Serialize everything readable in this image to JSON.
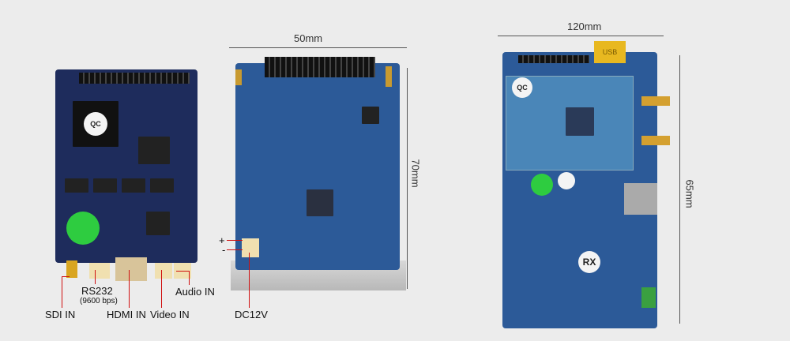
{
  "boards": {
    "left": {
      "qc_label": "QC",
      "labels": {
        "sdi": "SDI IN",
        "rs232": "RS232",
        "rs232_baud": "(9600 bps)",
        "hdmi": "HDMI IN",
        "video": "Video IN",
        "audio": "Audio IN"
      }
    },
    "middle": {
      "width_dim": "50mm",
      "height_dim": "70mm",
      "plus": "+",
      "minus": "-",
      "power": "DC12V"
    },
    "right": {
      "width_dim": "120mm",
      "height_dim": "65mm",
      "qc_label": "QC",
      "rx_label": "RX",
      "usb_label": "USB"
    }
  },
  "colors": {
    "board_dark": "#1e2c5c",
    "board_blue": "#2c5a98",
    "leader": "#d01010"
  }
}
